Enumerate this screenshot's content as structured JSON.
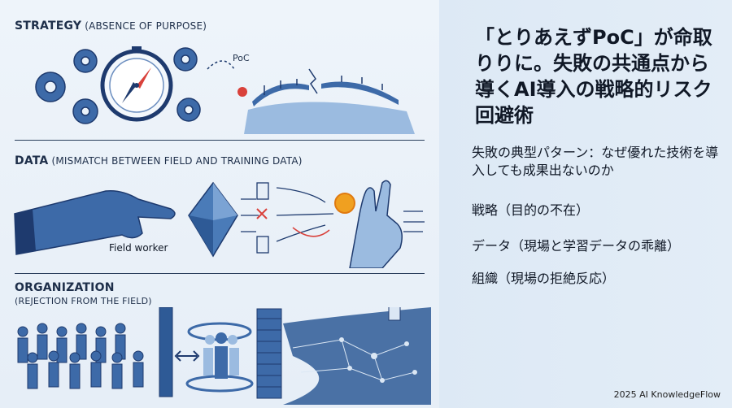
{
  "sections": {
    "strategy": {
      "title": "STRATEGY",
      "sub": "(ABSENCE OF PURPOSE)",
      "poc_label": "PoC"
    },
    "data": {
      "title": "DATA",
      "sub": "(MISMATCH BETWEEN FIELD AND TRAINING DATA)",
      "field_worker_label": "Field worker"
    },
    "organization": {
      "title": "ORGANIZATION",
      "sub": "(REJECTION FROM THE FIELD)"
    }
  },
  "main_title": "「とりあえずPoC」が命取りりに。失敗の共通点から導くAI導入の戦略的リスク回避術",
  "subtitle": "失敗の典型パターン：なぜ優れた技術を導入しても成果出ないのか",
  "points": [
    "戦略（目的の不在）",
    "データ（現場と学習データの乖離）",
    "組織（現場の拒絶反応）"
  ],
  "footer": "2025 AI KnowledgeFlow",
  "colors": {
    "navy": "#1e3a6e",
    "blue": "#3d6aa8",
    "light_blue": "#9bbbe0",
    "accent_red": "#d9413b",
    "accent_orange": "#f0a020"
  }
}
